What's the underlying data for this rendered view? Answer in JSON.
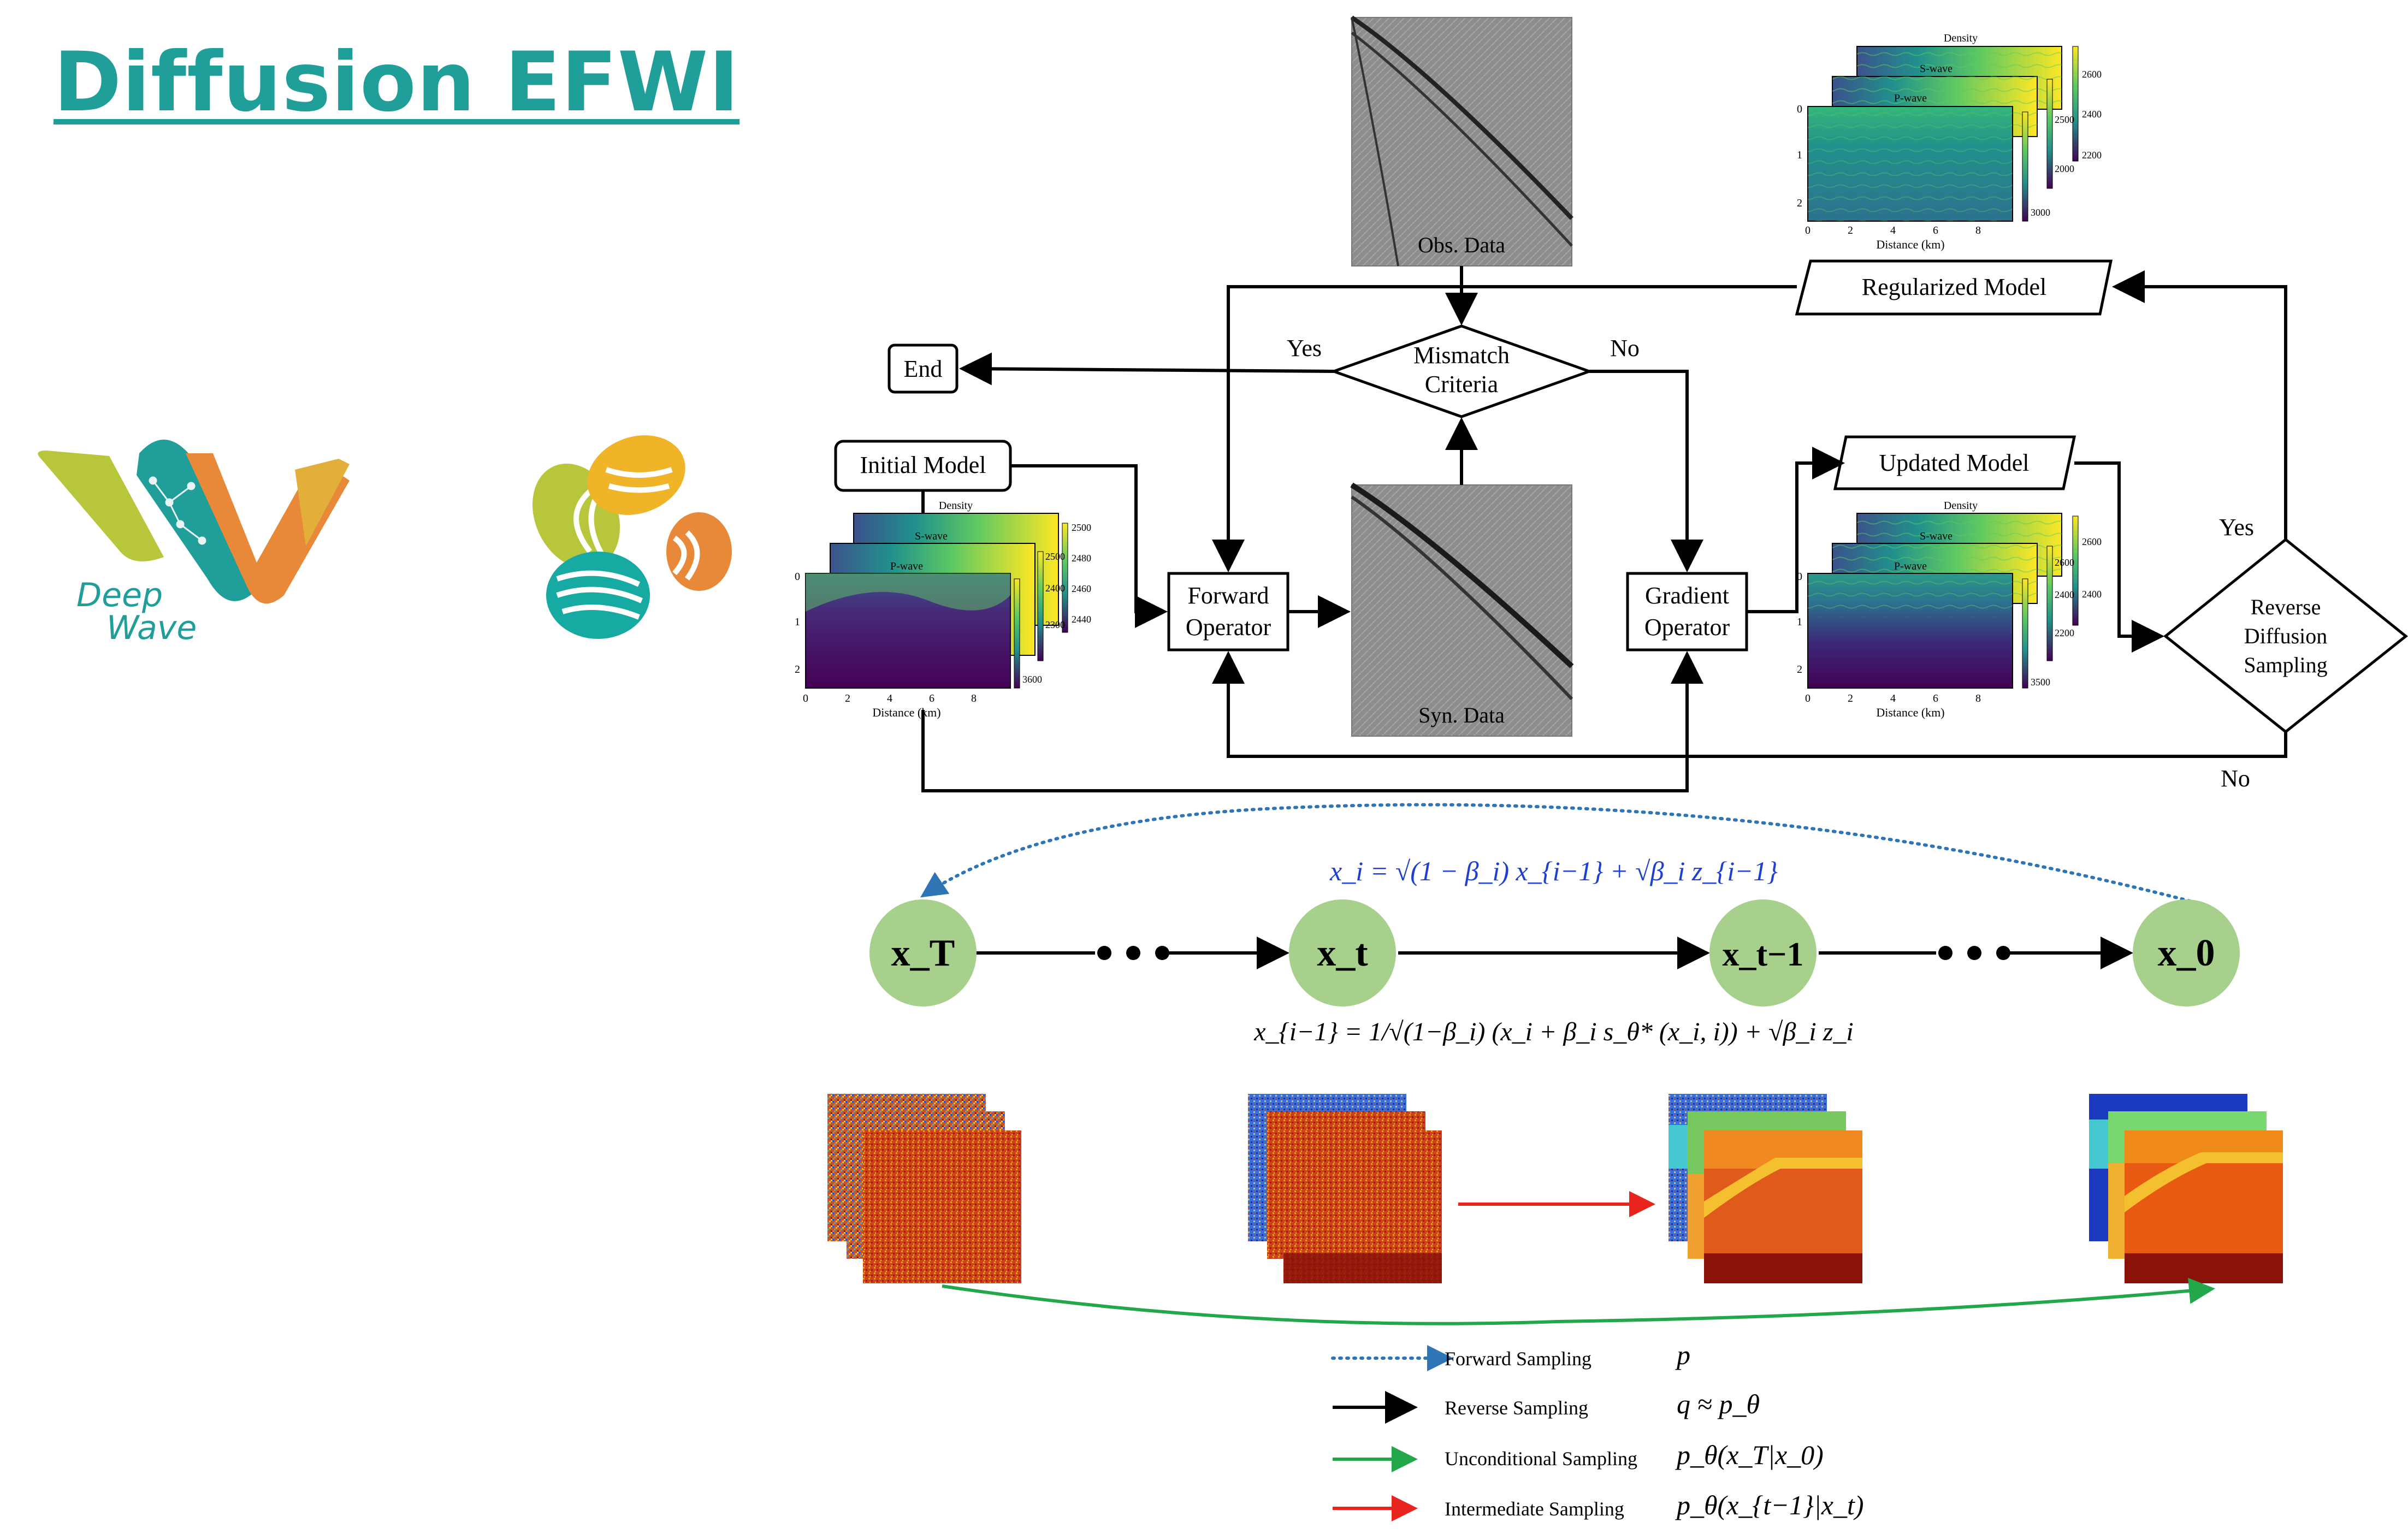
{
  "title": "Diffusion EFWI",
  "logos": {
    "deepwave": {
      "line1": "Deep",
      "line2": "Wave"
    }
  },
  "flowchart": {
    "obs_data": "Obs. Data",
    "syn_data": "Syn. Data",
    "regularized_model": "Regularized Model",
    "updated_model": "Updated Model",
    "initial_model": "Initial Model",
    "end": "End",
    "mismatch_line1": "Mismatch",
    "mismatch_line2": "Criteria",
    "forward_line1": "Forward",
    "forward_line2": "Operator",
    "gradient_line1": "Gradient",
    "gradient_line2": "Operator",
    "reverse_line1": "Reverse",
    "reverse_line2": "Diffusion",
    "reverse_line3": "Sampling",
    "yes_left": "Yes",
    "no_right": "No",
    "yes_reverse": "Yes",
    "no_reverse": "No"
  },
  "model_panels": {
    "layer_labels": [
      "Density",
      "S-wave",
      "P-wave"
    ],
    "xlabel": "Distance (km)",
    "xticks": [
      "0",
      "2",
      "4",
      "6",
      "8"
    ],
    "yticks": [
      "0",
      "1",
      "2"
    ],
    "regularized_cbar": {
      "density": [
        "2600",
        "2400",
        "2200"
      ],
      "swave": [
        "2500",
        "2000"
      ],
      "pwave": [
        "3000"
      ]
    },
    "initial_cbar": {
      "density": [
        "2500",
        "2480",
        "2460",
        "2440"
      ],
      "swave": [
        "2500",
        "2400",
        "2300"
      ],
      "pwave": [
        "3600"
      ]
    },
    "updated_cbar": {
      "density": [
        "2600",
        "2400"
      ],
      "swave": [
        "2600",
        "2400",
        "2200"
      ],
      "pwave": [
        "3500"
      ]
    }
  },
  "diffusion": {
    "node_T": "x_T",
    "node_t": "x_t",
    "node_t1": "x_t−1",
    "node_0": "x_0",
    "forward_eq": "x_i = √(1 − β_i) x_{i−1} + √β_i z_{i−1}",
    "reverse_eq": "x_{i−1} = 1/√(1−β_i) (x_i + β_i s_θ* (x_i, i)) + √β_i z_i"
  },
  "legend": [
    {
      "label": "Forward Sampling",
      "math": "p",
      "color": "#2e75b6",
      "style": "dotted"
    },
    {
      "label": "Reverse Sampling",
      "math": "q ≈ p_θ",
      "color": "#000000",
      "style": "solid"
    },
    {
      "label": "Unconditional Sampling",
      "math": "p_θ(x_T|x_0)",
      "color": "#22a84a",
      "style": "solid"
    },
    {
      "label": "Intermediate Sampling",
      "math": "p_θ(x_{t−1}|x_t)",
      "color": "#e8241c",
      "style": "solid"
    }
  ],
  "colors": {
    "title": "#1f9e9a",
    "node_fill": "#a8d08d",
    "seismic_bg": "#8c8c8c",
    "forward_arrow": "#2e75b6",
    "unconditional_arrow": "#22a84a",
    "intermediate_arrow": "#e8241c",
    "equation_blue": "#1f3fd0"
  }
}
